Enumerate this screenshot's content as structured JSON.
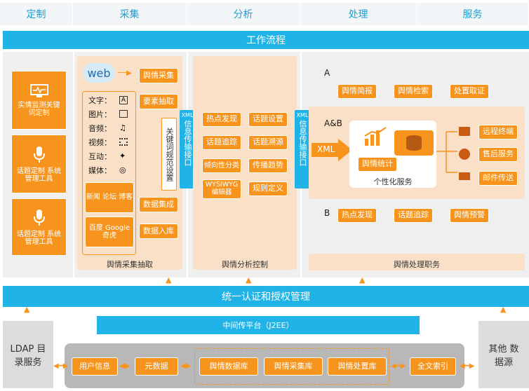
{
  "header": {
    "cols": [
      "定制",
      "采集",
      "分析",
      "处理",
      "服务"
    ]
  },
  "workflow_label": "工作流程",
  "left_cards": [
    {
      "label": "实情监测关键词定制",
      "icon": "monitor-icon"
    },
    {
      "label": "话题定制 系统管理工具",
      "icon": "microphone-icon"
    },
    {
      "label": "话题定制 系统管理工具",
      "icon": "microphone-icon"
    }
  ],
  "collect": {
    "web": "web",
    "yuqing_caiji": "舆情采集",
    "yaosu_chouqu": "要素抽取",
    "media_list": [
      "文字：",
      "图片：",
      "音频：",
      "视频：",
      "互动：",
      "媒体："
    ],
    "news_box": "新闻 论坛 博客",
    "baidu_box": "百度 Google 奇虎",
    "keyword_rule": "关键词规范设置",
    "data_integrate": "数据集成",
    "data_store": "数据入库",
    "caption": "舆情采集抽取"
  },
  "interface_left": {
    "top": "XML",
    "body": "信息传输接口"
  },
  "analysis": {
    "items": [
      "热点发现",
      "话题设置",
      "话题追踪",
      "话题溯源",
      "倾向性分类",
      "传播趋势",
      "WYSIWYG编辑器",
      "规则定义"
    ],
    "caption": "舆情分析控制"
  },
  "interface_right": {
    "top": "XML",
    "body": "信息传输接口"
  },
  "process": {
    "a_label": "A",
    "a_items": [
      "舆情简报",
      "舆情检索",
      "处置取证"
    ],
    "ab_label": "A&B",
    "xml_arrow": "XML",
    "stats": "舆情统计",
    "personal": "个性化服务",
    "services": [
      "远程终端",
      "售后服务",
      "邮件传送"
    ],
    "b_label": "B",
    "b_items": [
      "热点发现",
      "话题追踪",
      "舆情预警"
    ],
    "caption": "舆情处理职务"
  },
  "auth_band": "统一认证和授权管理",
  "middleware": "中间传平台（J2EE）",
  "ldap": "LDAP 目录服务",
  "other_source": "其他 数据源",
  "bottom_items": [
    "用户信息",
    "元数据",
    "舆情数据库",
    "舆情采集库",
    "舆情处置库",
    "全文索引"
  ],
  "colors": {
    "blue": "#1fb3e8",
    "orange": "#f7941d",
    "peach": "#fbe0c8",
    "grey": "#ededed"
  }
}
